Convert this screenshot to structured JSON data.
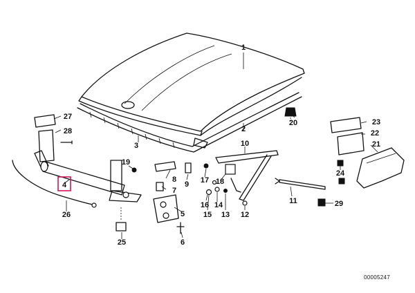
{
  "callouts": [
    "1",
    "2",
    "3",
    "4",
    "5",
    "6",
    "7",
    "8",
    "9",
    "10",
    "11",
    "12",
    "13",
    "14",
    "15",
    "16",
    "17",
    "18",
    "19",
    "20",
    "21",
    "22",
    "23",
    "24",
    "25",
    "26",
    "27",
    "28",
    "29"
  ],
  "highlighted_callout": "4",
  "drawing_number": "00005247",
  "highlight_color": "#d4145a"
}
